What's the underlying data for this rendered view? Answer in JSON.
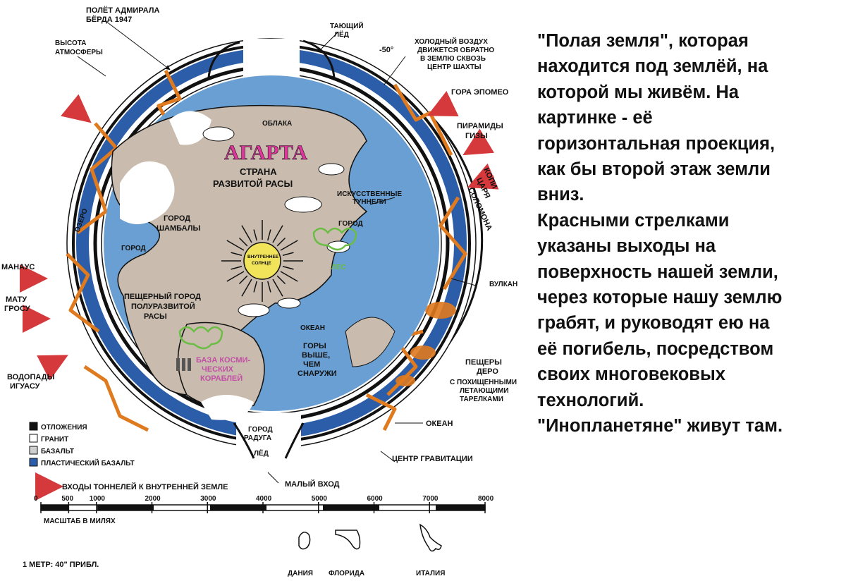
{
  "diagram": {
    "title": "АГАРТА",
    "subtitle_lines": [
      "СТРАНА",
      "РАЗВИТОЙ РАСЫ"
    ],
    "labels": {
      "byrd_flight": [
        "ПОЛЁТ АДМИРАЛА",
        "БЁРДА 1947"
      ],
      "atmosphere_height": [
        "ВЫСОТА",
        "АТМОСФЕРЫ"
      ],
      "melting_ice": [
        "ТАЮЩИЙ",
        "ЛЁД"
      ],
      "temp": "-50°",
      "cold_air": [
        "ХОЛОДНЫЙ ВОЗДУХ",
        "ДВИЖЕТСЯ ОБРАТНО",
        "В ЗЕМЛЮ СКВОЗЬ",
        "ЦЕНТР ШАХТЫ"
      ],
      "mount_epomeo": "ГОРА ЭПОМЕО",
      "giza": [
        "ПИРАМИДЫ",
        "ГИЗЫ"
      ],
      "solomon": [
        "КОПИ",
        "ЦАРЯ",
        "СОЛОМОНА"
      ],
      "clouds": "ОБЛАКА",
      "tunnels": [
        "ИСКУССТВЕННЫЕ",
        "ТУННЕЛИ"
      ],
      "city": "ГОРОД",
      "shambala": [
        "ГОРОД",
        "ШАМБАЛЫ"
      ],
      "lake": "ОЗЕРО",
      "inner_sun": [
        "ВНУТРЕННЕЕ",
        "СОЛНЦЕ"
      ],
      "forest": "ЛЕС",
      "manaus": "МАНАУС",
      "mato_grosso": [
        "МАТУ",
        "ГРОСУ"
      ],
      "volcano": "ВУЛКАН",
      "cave_city": [
        "ПЕЩЕРНЫЙ ГОРОД",
        "ПОЛУРАЗВИТОЙ",
        "РАСЫ"
      ],
      "ocean_inner": "ОКЕАН",
      "mountains": [
        "ГОРЫ",
        "ВЫШЕ,",
        "ЧЕМ",
        "СНАРУЖИ"
      ],
      "spaceship_base": [
        "БАЗА КОСМИ-",
        "ЧЕСКИХ",
        "КОРАБЛЕЙ"
      ],
      "dero_caves": [
        "ПЕЩЕРЫ",
        "ДЕРО"
      ],
      "stolen": [
        "С ПОХИЩЕННЫМИ",
        "ЛЕТАЮЩИМИ",
        "ТАРЕЛКАМИ"
      ],
      "iguazu": [
        "ВОДОПАДЫ",
        "ИГУАСУ"
      ],
      "ocean_outer": "ОКЕАН",
      "rainbow_city": [
        "ГОРОД",
        "РАДУГА"
      ],
      "ice": "ЛЁД",
      "gravity_center": "ЦЕНТР ГРАВИТАЦИИ",
      "small_entrance": "МАЛЫЙ ВХОД"
    },
    "legend": [
      {
        "label": "ОТЛОЖЕНИЯ",
        "swatch": "#111111"
      },
      {
        "label": "ГРАНИТ",
        "swatch": "#ffffff"
      },
      {
        "label": "БАЗАЛЬТ",
        "swatch": "#cfcfcf"
      },
      {
        "label": "ПЛАСТИЧЕСКИЙ БАЗАЛЬТ",
        "swatch": "#2b5da8"
      }
    ],
    "legend_arrow_label": "ВХОДЫ ТОННЕЛЕЙ К ВНУТРЕННЕЙ ЗЕМЛЕ",
    "scale": {
      "ticks": [
        "0",
        "500",
        "1000",
        "2000",
        "3000",
        "4000",
        "5000",
        "6000",
        "7000",
        "8000"
      ],
      "label": "МАСШТАБ В МИЛЯХ"
    },
    "ratio": "1 МЕТР:  40\" ПРИБЛ.",
    "countries": [
      "ДАНИЯ",
      "ФЛОРИДА",
      "ИТАЛИЯ"
    ],
    "colors": {
      "blue": "#2b5da8",
      "ocean": "#6a9fd3",
      "land": "#c9bcae",
      "orange": "#e07a1f",
      "arrow": "#d6393b",
      "sun": "#f1e35a",
      "title": "#e0359c",
      "forest": "#6cbd45",
      "base": "#c24fa5"
    }
  },
  "caption": [
    "\"Полая земля\", которая",
    "находится под землёй, на",
    "которой мы живём. На",
    "картинке - её",
    "горизонтальная проекция,",
    "как бы второй этаж земли",
    "вниз.",
    "Красными стрелками",
    "указаны выходы на",
    "поверхность нашей земли,",
    "через которые нашу землю",
    "грабят, и руководят ею на",
    "её погибель, посредством",
    "своих многовековых",
    "технологий.",
    "\"Инопланетяне\" живут там."
  ]
}
